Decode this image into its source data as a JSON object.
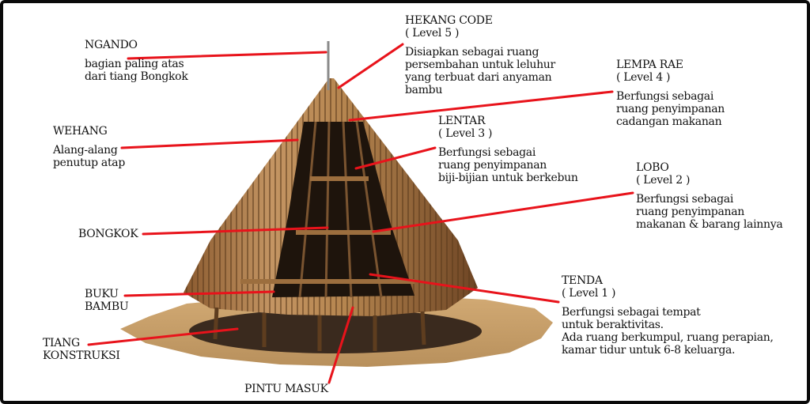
{
  "labels": {
    "ngando": {
      "title": "NGANDO",
      "desc": [
        "bagian paling atas",
        "dari tiang Bongkok"
      ]
    },
    "hekang_code": {
      "title": "HEKANG CODE",
      "level": "( Level 5 )",
      "desc": [
        "Disiapkan sebagai ruang",
        "persembahan untuk leluhur",
        "yang terbuat dari anyaman",
        "bambu"
      ]
    },
    "lempa_rae": {
      "title": "LEMPA RAE",
      "level": "( Level 4 )",
      "desc": [
        "Berfungsi sebagai",
        "ruang  penyimpanan",
        "cadangan makanan"
      ]
    },
    "wehang": {
      "title": "WEHANG",
      "desc": [
        "Alang-alang",
        "penutup atap"
      ]
    },
    "lentar": {
      "title": "LENTAR",
      "level": "( Level 3 )",
      "desc": [
        "Berfungsi sebagai",
        "ruang  penyimpanan",
        "biji-bijian untuk berkebun"
      ]
    },
    "lobo": {
      "title": "LOBO",
      "level": "( Level 2 )",
      "desc": [
        "Berfungsi sebagai",
        "ruang  penyimpanan",
        "makanan  &  barang lainnya"
      ]
    },
    "bongkok": {
      "title": "BONGKOK"
    },
    "buku_bambu": {
      "title_lines": [
        "BUKU",
        "BAMBU"
      ]
    },
    "tenda": {
      "title": "TENDA",
      "level": "( Level 1 )",
      "desc": [
        "Berfungsi sebagai  tempat",
        "untuk beraktivitas.",
        "Ada ruang berkumpul, ruang perapian,",
        "kamar tidur untuk 6-8 keluarga."
      ]
    },
    "tiang_konstruksi": {
      "title_lines": [
        "TIANG",
        "KONSTRUKSI"
      ]
    },
    "pintu_masuk": {
      "title": "PINTU MASUK"
    }
  },
  "colors": {
    "leader_line": "#e8131b",
    "ground": "#c69c66",
    "roof_light": "#b98a52",
    "roof_dark": "#6b4424",
    "frame_border": "#0a0a0a"
  }
}
